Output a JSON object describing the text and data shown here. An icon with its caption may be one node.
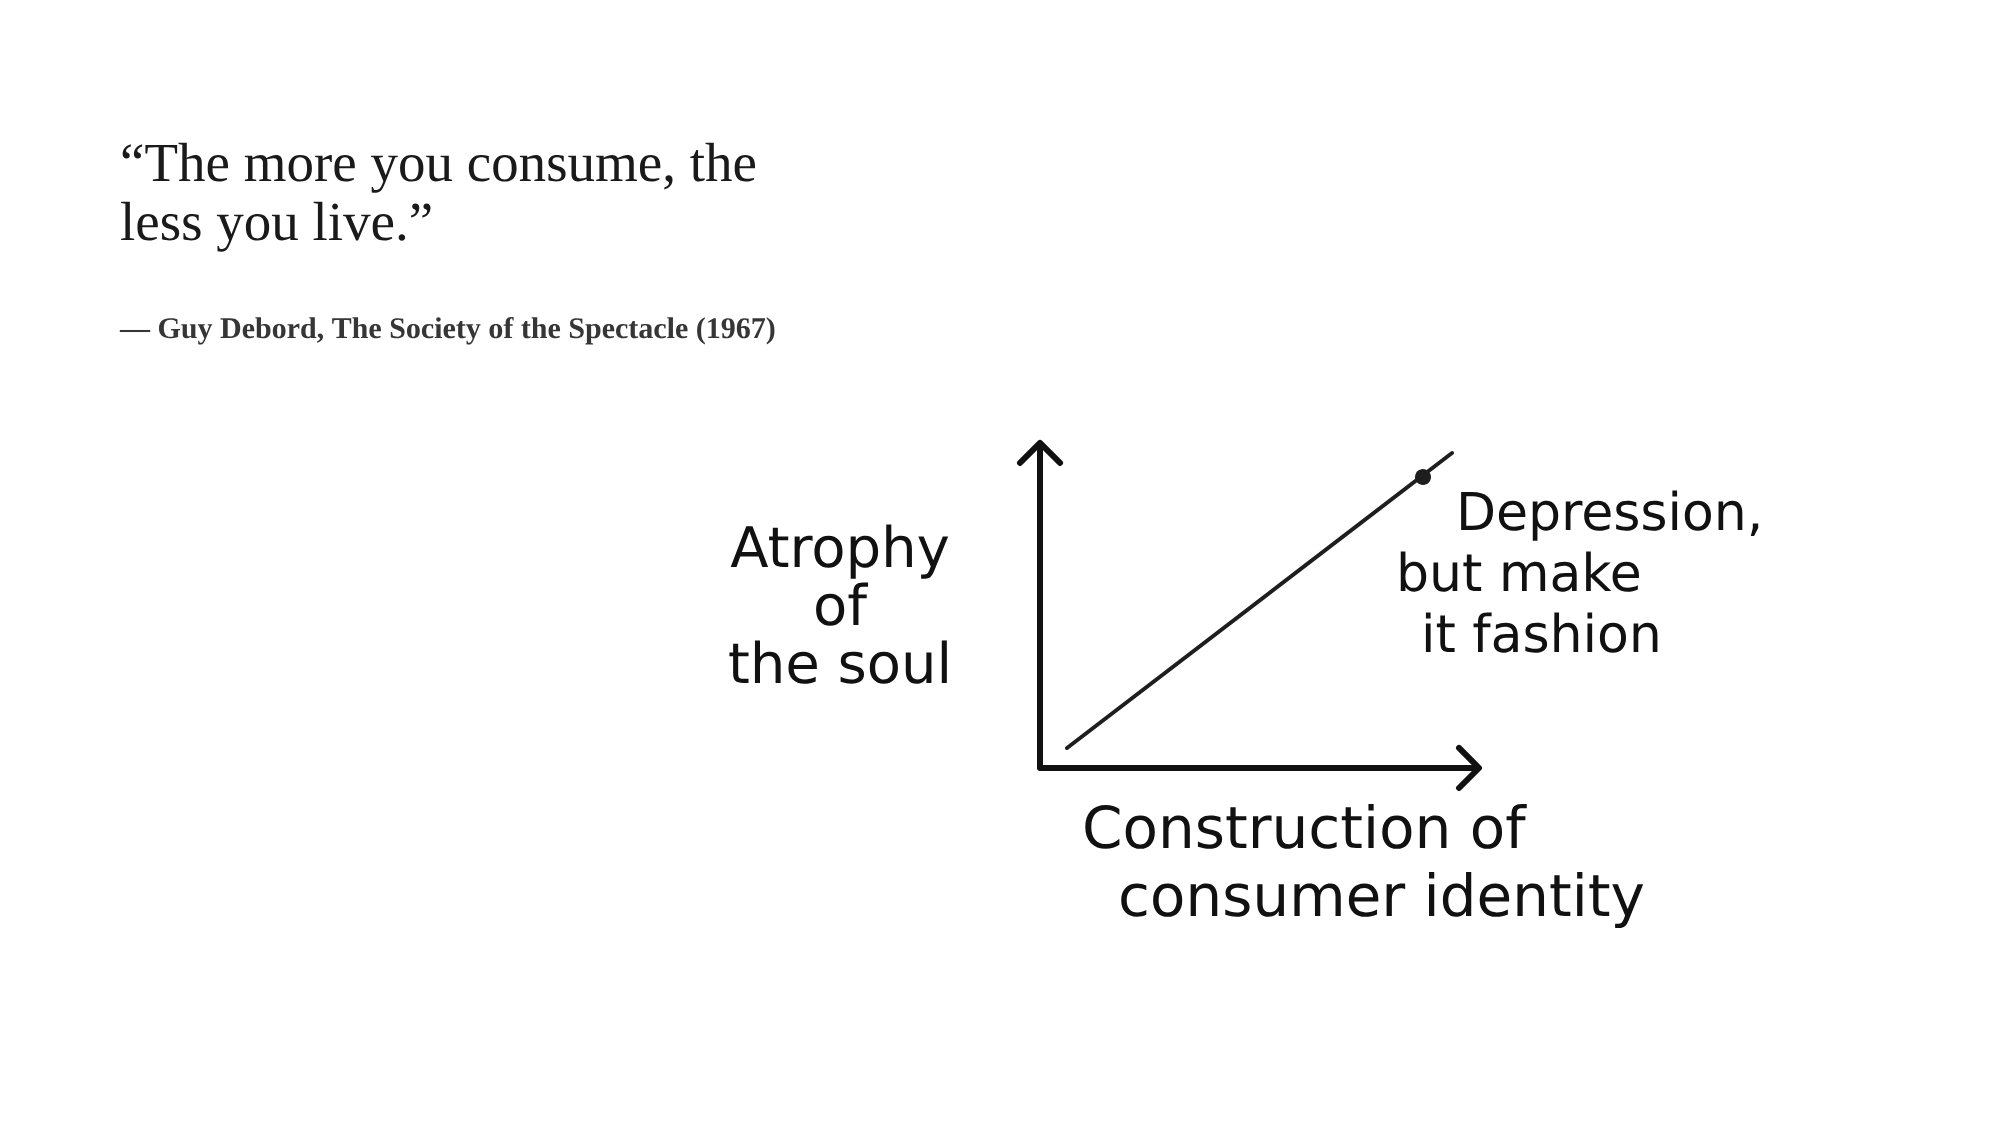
{
  "diagram": {
    "title": "“The more you consume, the less you live.”",
    "caption": "— Guy Debord, The Society of the Spectacle (1967)",
    "labels": [
      "Atrophy of the soul",
      "Depression, but make it fashion",
      "Construction of consumer identity"
    ]
  }
}
